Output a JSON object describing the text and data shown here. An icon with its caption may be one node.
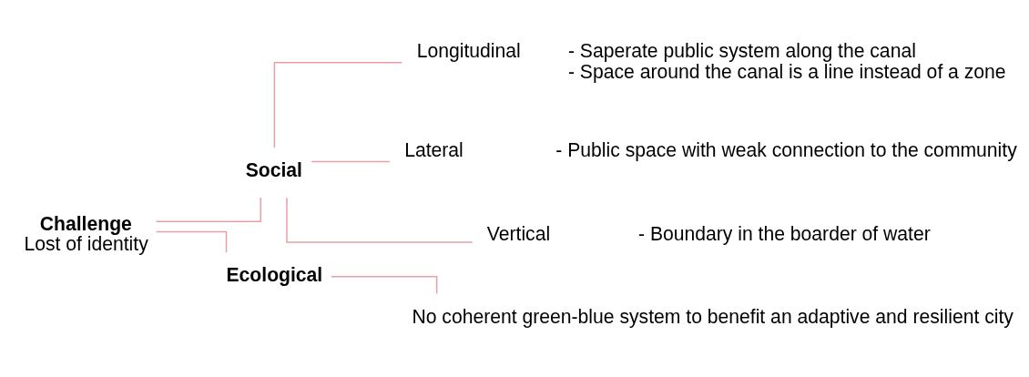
{
  "diagram": {
    "nodes": [
      {
        "text": [
          "Challenge",
          "Lost of identity"
        ]
      },
      {
        "text": [
          "Social"
        ]
      },
      {
        "text": [
          "Ecological"
        ]
      },
      {
        "text": [
          "Longitudinal"
        ],
        "beside": [
          "- Saperate public system along the canal",
          "- Space around the canal is a line instead of a zone"
        ]
      },
      {
        "text": [
          "Lateral"
        ],
        "beside": [
          "- Public space with weak connection to the community"
        ]
      },
      {
        "text": [
          "Vertical"
        ],
        "beside": [
          "- Boundary in the boarder of water"
        ]
      },
      {
        "text": [
          "No coherent green-blue system to benefit an adaptive and resilient city"
        ]
      }
    ],
    "edges": [
      {
        "from": 0,
        "to": 1,
        "arrow": "none"
      },
      {
        "from": 0,
        "to": 2,
        "arrow": "none"
      },
      {
        "from": 1,
        "to": 3,
        "arrow": "none"
      },
      {
        "from": 1,
        "to": 4,
        "arrow": "none"
      },
      {
        "from": 1,
        "to": 5,
        "arrow": "none"
      },
      {
        "from": 2,
        "to": 6,
        "arrow": "none"
      }
    ]
  }
}
